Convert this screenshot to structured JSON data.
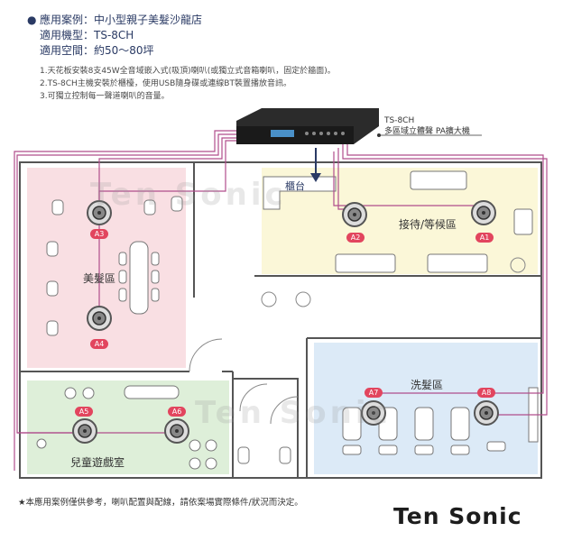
{
  "header": {
    "line1_label": "應用案例：",
    "line1_value": "中小型親子美髮沙龍店",
    "line2_label": "適用機型：",
    "line2_value": "TS-8CH",
    "line3_label": "適用空間：",
    "line3_value": "約50～80坪"
  },
  "notes": [
    "1.天花板安裝8支45W全音域嵌入式(吸頂)喇叭(或獨立式音箱喇叭，固定於牆面)。",
    "2.TS-8CH主機安裝於櫃檯，使用USB隨身碟或連線BT裝置播放音訊。",
    "3.可獨立控制每一聲道喇叭的音量。"
  ],
  "amplifier": {
    "model": "TS-8CH",
    "description": "多區域立體聲 PA擴大機"
  },
  "zones": {
    "counter": "櫃台",
    "reception": "接待/等候區",
    "salon": "美髮區",
    "wash": "洗髮區",
    "kids": "兒童遊戲室"
  },
  "speakers": [
    "A1",
    "A2",
    "A3",
    "A4",
    "A5",
    "A6",
    "A7",
    "A8"
  ],
  "watermark": "Ten Sonic",
  "footnote": "★本應用案例僅供參考，喇叭配置與配線，請依案場實際條件/狀況而決定。",
  "brand": "Ten Sonic",
  "colors": {
    "salon": "#f9dfe3",
    "reception": "#fbf7d8",
    "wash": "#dceaf7",
    "kids": "#deefd9",
    "wire": "#b04e8c",
    "tag": "#e2455e"
  }
}
